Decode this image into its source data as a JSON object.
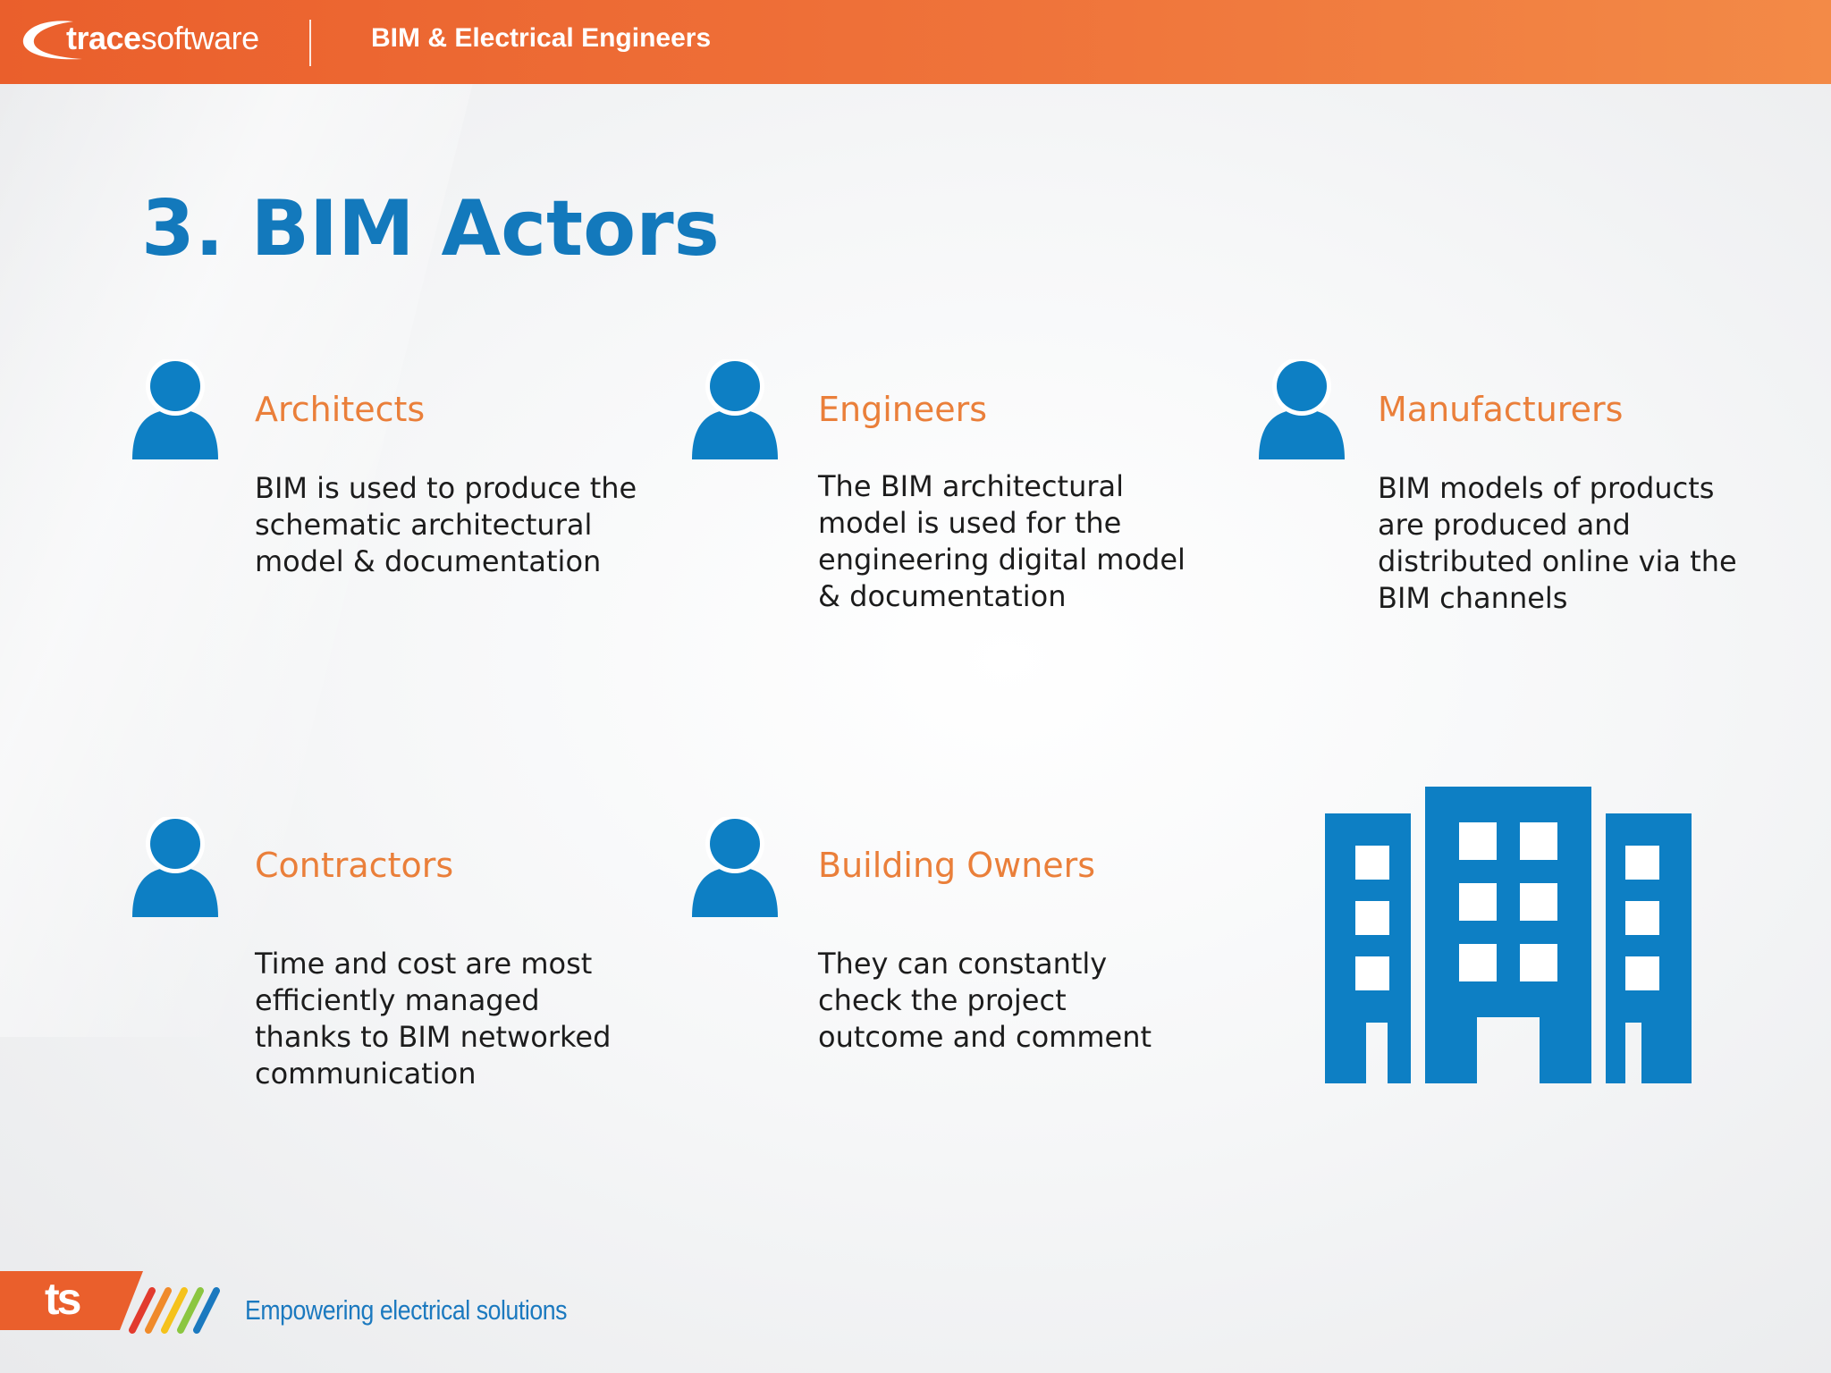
{
  "header": {
    "logo_bold": "trace",
    "logo_light": "software",
    "title": "BIM & Electrical Engineers"
  },
  "page": {
    "title": "3. BIM Actors"
  },
  "actors": [
    {
      "heading": "Architects",
      "description": "BIM is used to produce the\nschematic architectural\nmodel & documentation",
      "icon": "person-icon"
    },
    {
      "heading": "Engineers",
      "description": "The BIM architectural\nmodel is used for the\nengineering digital model\n& documentation",
      "icon": "person-icon"
    },
    {
      "heading": "Manufacturers",
      "description": "BIM models of products\nare produced and\ndistributed online via the\nBIM channels",
      "icon": "person-icon"
    },
    {
      "heading": "Contractors",
      "description": "Time and cost are most\nefficiently managed\nthanks to BIM networked\ncommunication",
      "icon": "person-icon"
    },
    {
      "heading": "Building Owners",
      "description": "They can constantly\ncheck the project\noutcome and comment",
      "icon": "person-icon"
    }
  ],
  "illustration": {
    "icon": "building-icon"
  },
  "footer": {
    "badge": "ts",
    "tagline": "Empowering electrical solutions"
  },
  "colors": {
    "header_orange": "#ea5f2c",
    "title_blue": "#1379bc",
    "icon_blue": "#0d7fc4",
    "heading_orange": "#ea7f3a",
    "tagline_blue": "#1b79bf"
  }
}
